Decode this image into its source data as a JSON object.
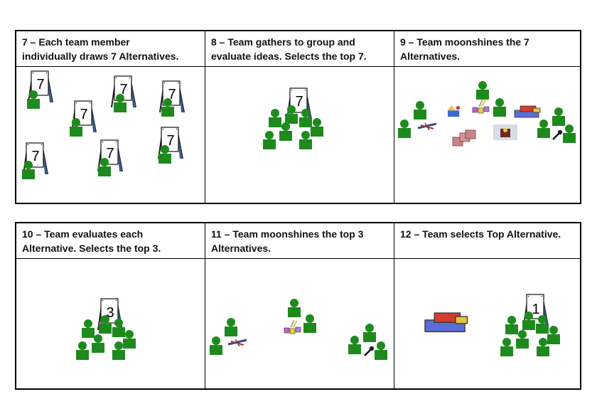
{
  "steps": [
    {
      "title_line1": "7 – Each team member",
      "title_line2": "individually draws 7 Alternatives."
    },
    {
      "title_line1": "8 – Team gathers to group and",
      "title_line2": "evaluate ideas. Selects the top 7."
    },
    {
      "title_line1": "9 – Team moonshines the 7",
      "title_line2": "Alternatives."
    },
    {
      "title_line1": "10 – Team evaluates each",
      "title_line2": "Alternative. Selects the top 3."
    },
    {
      "title_line1": "11 – Team moonshines the top 3",
      "title_line2": "Alternatives."
    },
    {
      "title_line1": "12 – Team selects Top Alternative.",
      "title_line2": ""
    }
  ],
  "easel_numbers": {
    "seven": "7",
    "three": "3",
    "one": "1"
  },
  "colors": {
    "person": "#1e8a1e",
    "easel_leg": "#3a5a8c",
    "border": "#000000"
  }
}
